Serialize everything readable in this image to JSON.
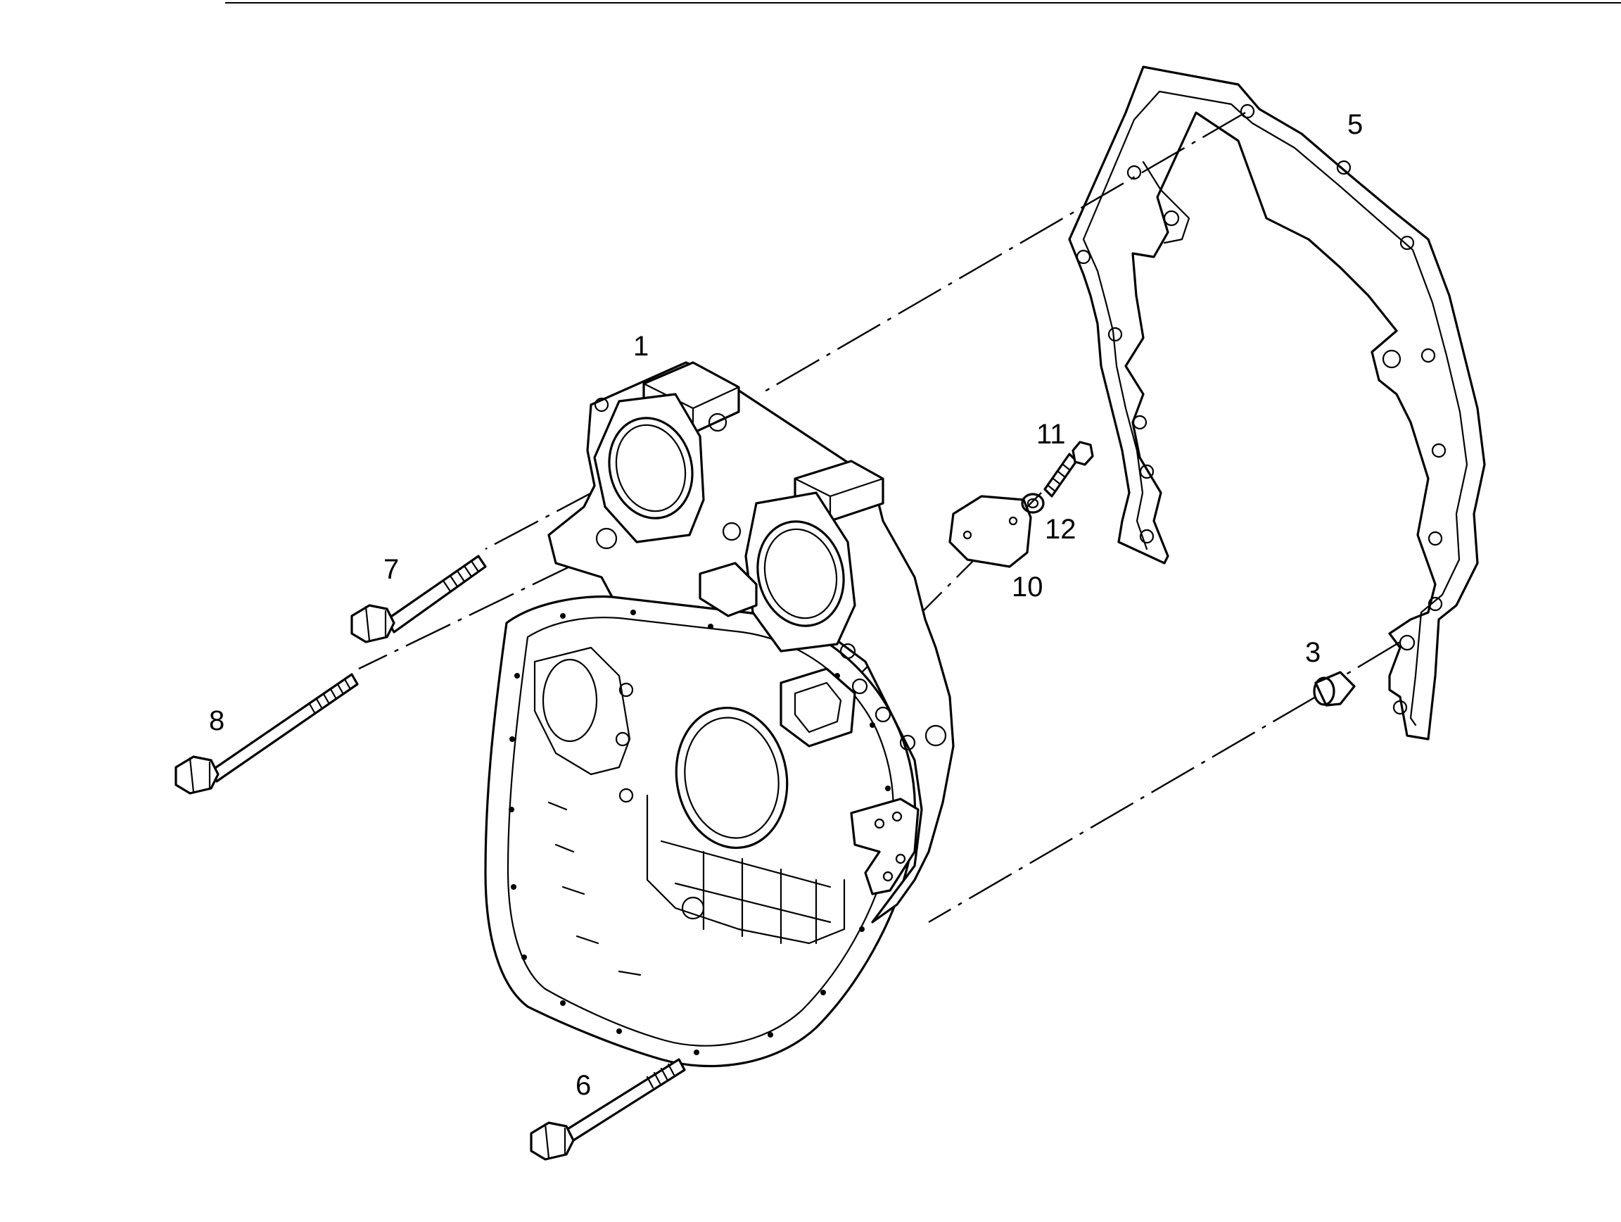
{
  "callouts": [
    {
      "id": "1",
      "text": "1"
    },
    {
      "id": "3",
      "text": "3"
    },
    {
      "id": "5",
      "text": "5"
    },
    {
      "id": "6",
      "text": "6"
    },
    {
      "id": "7",
      "text": "7"
    },
    {
      "id": "8",
      "text": "8"
    },
    {
      "id": "10",
      "text": "10"
    },
    {
      "id": "11",
      "text": "11"
    },
    {
      "id": "12",
      "text": "12"
    }
  ]
}
